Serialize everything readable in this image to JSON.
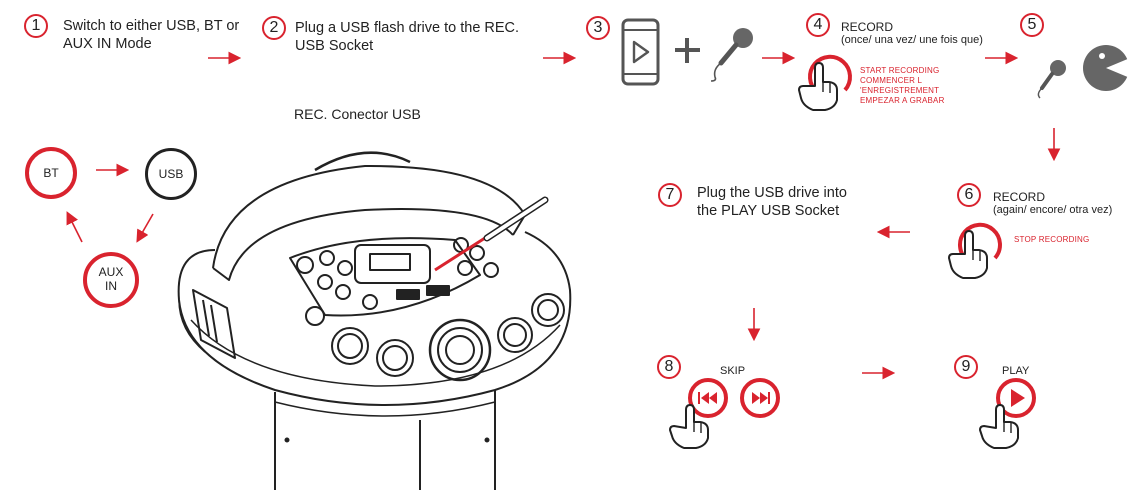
{
  "colors": {
    "accent": "#d9232e",
    "ink": "#222222"
  },
  "steps": [
    {
      "num": "1",
      "line1": "Switch to either USB, BT or",
      "line2": "AUX IN Mode"
    },
    {
      "num": "2",
      "line1": "Plug a USB flash drive to the REC.",
      "line2": "USB Socket"
    },
    {
      "num": "3"
    },
    {
      "num": "4",
      "title": "RECORD",
      "subtitle": "(once/ una vez/ une fois que)",
      "red_lines": [
        "START RECORDING",
        "COMMENCER L",
        "'ENREGISTREMENT",
        "EMPEZAR A GRABAR"
      ]
    },
    {
      "num": "5"
    },
    {
      "num": "6",
      "title": "RECORD",
      "subtitle": "(again/ encore/ otra vez)",
      "red_lines": [
        "STOP RECORDING"
      ]
    },
    {
      "num": "7",
      "line1": "Plug the USB drive into",
      "line2": "the PLAY USB Socket"
    },
    {
      "num": "8",
      "title": "SKIP"
    },
    {
      "num": "9",
      "title": "PLAY"
    }
  ],
  "rec_socket_label": "REC. Conector USB",
  "modes": {
    "bt": "BT",
    "usb": "USB",
    "aux_line1": "AUX",
    "aux_line2": "IN"
  },
  "icons": [
    "smartphone-play-icon",
    "plus-icon",
    "microphone-icon",
    "pointing-hand-icon",
    "singing-face-icon",
    "skip-back-icon",
    "skip-forward-icon",
    "play-icon"
  ]
}
